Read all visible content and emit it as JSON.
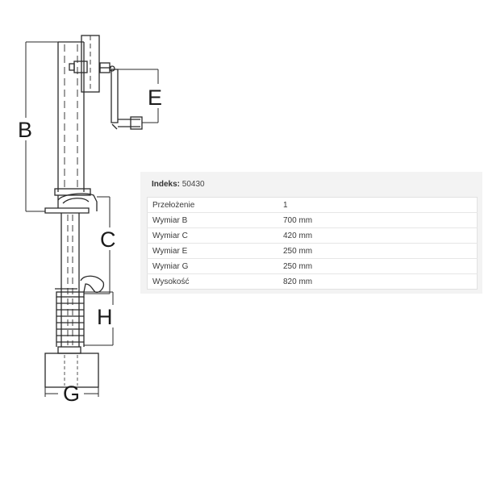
{
  "diagram": {
    "labels": {
      "b": "B",
      "c": "C",
      "e": "E",
      "g": "G",
      "h": "H"
    }
  },
  "spec": {
    "index_label": "Indeks:",
    "index_value": "50430",
    "rows": [
      {
        "key": "Przełożenie",
        "value": "1"
      },
      {
        "key": "Wymiar B",
        "value": "700 mm"
      },
      {
        "key": "Wymiar C",
        "value": "420 mm"
      },
      {
        "key": "Wymiar E",
        "value": "250 mm"
      },
      {
        "key": "Wymiar G",
        "value": "250 mm"
      },
      {
        "key": "Wysokość",
        "value": "820 mm"
      }
    ]
  }
}
